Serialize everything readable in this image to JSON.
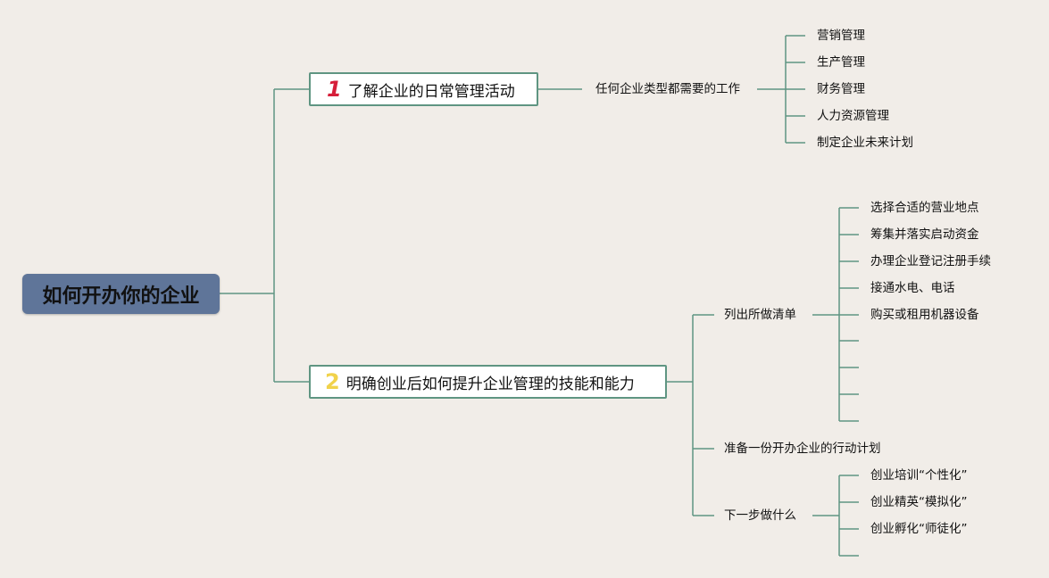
{
  "root": {
    "label": "如何开办你的企业"
  },
  "branch1": {
    "number": "1",
    "label": "了解企业的日常管理活动",
    "sub": {
      "label": "任何企业类型都需要的工作",
      "items": [
        "营销管理",
        "生产管理",
        "财务管理",
        "人力资源管理",
        "制定企业未来计划"
      ]
    }
  },
  "branch2": {
    "number": "2",
    "label": "明确创业后如何提升企业管理的技能和能力",
    "list": {
      "label": "列出所做清单",
      "items": [
        "选择合适的营业地点",
        "筹集并落实启动资金",
        "办理企业登记注册手续",
        "接通水电、电话",
        "购买或租用机器设备",
        "",
        "",
        "",
        ""
      ]
    },
    "plan": {
      "label": "准备一份开办企业的行动计划"
    },
    "next": {
      "label": "下一步做什么",
      "items": [
        "创业培训“个性化”",
        "创业精英“模拟化”",
        "创业孵化“师徒化”",
        ""
      ]
    }
  },
  "colors": {
    "line": "#5f9582",
    "root_bg": "#5f7599",
    "background": "#f1ede8",
    "num1": "#d61f3a",
    "num2": "#f1d24b"
  }
}
